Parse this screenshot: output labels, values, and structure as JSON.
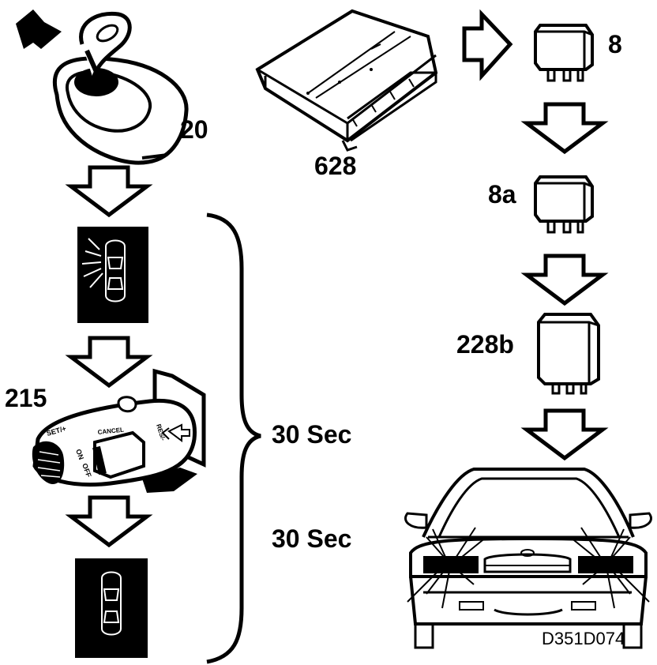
{
  "labels": {
    "ignition_key": "20",
    "control_module": "628",
    "relay_8": "8",
    "relay_8a": "8a",
    "relay_228b": "228b",
    "switch_215": "215",
    "timer_first": "30 Sec",
    "timer_second": "30 Sec",
    "figure_code": "D351D074"
  },
  "switch_text": {
    "set": "SET/+",
    "on": "ON",
    "off": "OFF",
    "cancel": "CANCEL",
    "res": "RES/-"
  },
  "colors": {
    "ink": "#000000",
    "paper": "#ffffff",
    "panel": "#000000"
  },
  "icons": {
    "flow_arrow": "down-arrow-outline",
    "right_arrow": "right-arrow-outline",
    "indicator_car": "car-top-view"
  }
}
